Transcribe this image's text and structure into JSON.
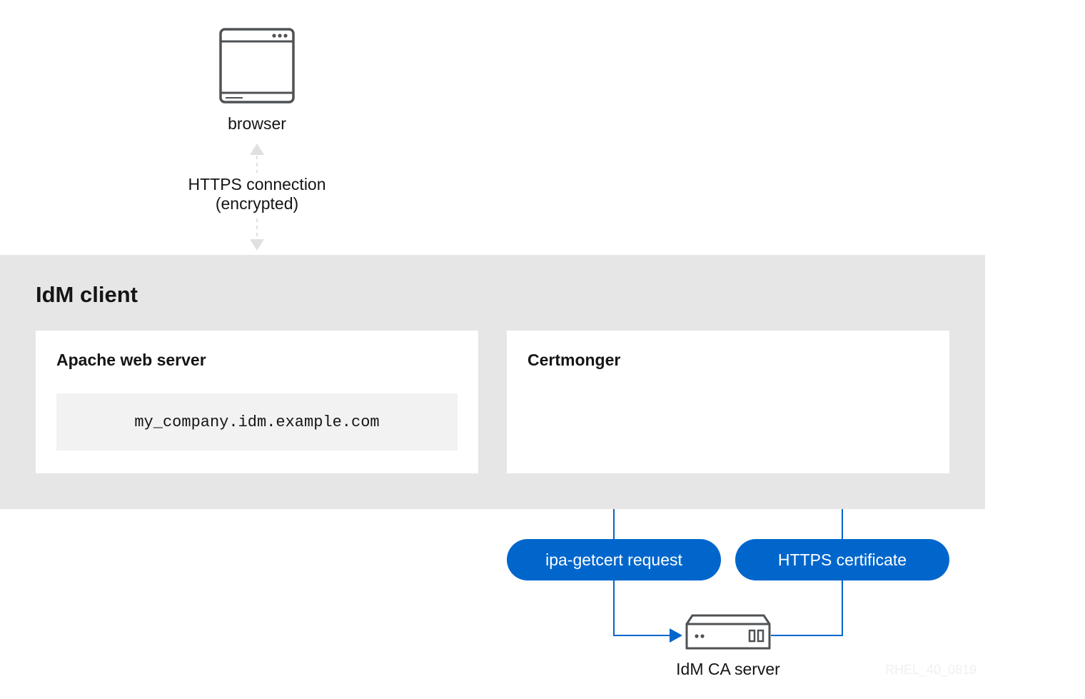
{
  "browser": {
    "label": "browser",
    "icon": "browser-window-icon"
  },
  "connection": {
    "label": "HTTPS connection",
    "sublabel": "(encrypted)"
  },
  "idm_client": {
    "title": "IdM client",
    "apache": {
      "title": "Apache web server",
      "hostname": "my_company.idm.example.com"
    },
    "certmonger": {
      "title": "Certmonger"
    }
  },
  "flows": {
    "request_label": "ipa-getcert request",
    "certificate_label": "HTTPS certificate"
  },
  "ca_server": {
    "label": "IdM CA server",
    "icon": "server-icon"
  },
  "watermark": "RHEL_40_0819",
  "colors": {
    "accent": "#0066cc",
    "band": "#e6e6e6",
    "hostname_bg": "#f2f2f2",
    "icon_stroke": "#4f5255",
    "dashed_connector": "#d2d2d2"
  }
}
